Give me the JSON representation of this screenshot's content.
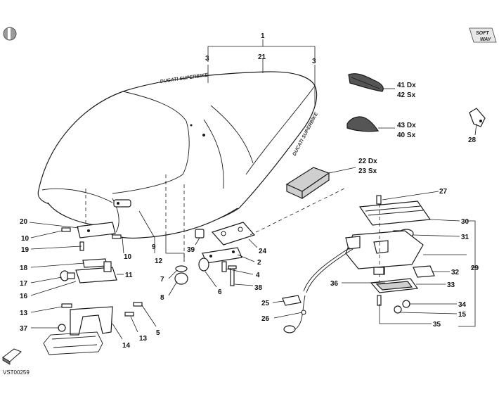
{
  "badge": {
    "line1": "SOFT",
    "line2": "WAY"
  },
  "drawing_code": "VST00259",
  "seat_logo_text": "DUCATI SUPERBIKE",
  "callouts": {
    "c1": "1",
    "c3a": "3",
    "c21": "21",
    "c3b": "3",
    "c41": "41 Dx",
    "c42": "42 Sx",
    "c43": "43 Dx",
    "c40": "40 Sx",
    "c28": "28",
    "c22": "22 Dx",
    "c23": "23 Sx",
    "c27": "27",
    "c30": "30",
    "c31": "31",
    "c20": "20",
    "c10a": "10",
    "c19": "19",
    "c10b": "10",
    "c9": "9",
    "c39": "39",
    "c24": "24",
    "c2": "2",
    "c32": "32",
    "c29": "29",
    "c18": "18",
    "c11": "11",
    "c12": "12",
    "c7": "7",
    "c4": "4",
    "c36": "36",
    "c33": "33",
    "c17": "17",
    "c16": "16",
    "c8": "8",
    "c6": "6",
    "c38": "38",
    "c34": "34",
    "c25": "25",
    "c15": "15",
    "c13a": "13",
    "c5": "5",
    "c13b": "13",
    "c26": "26",
    "c35": "35",
    "c37": "37",
    "c14": "14"
  }
}
